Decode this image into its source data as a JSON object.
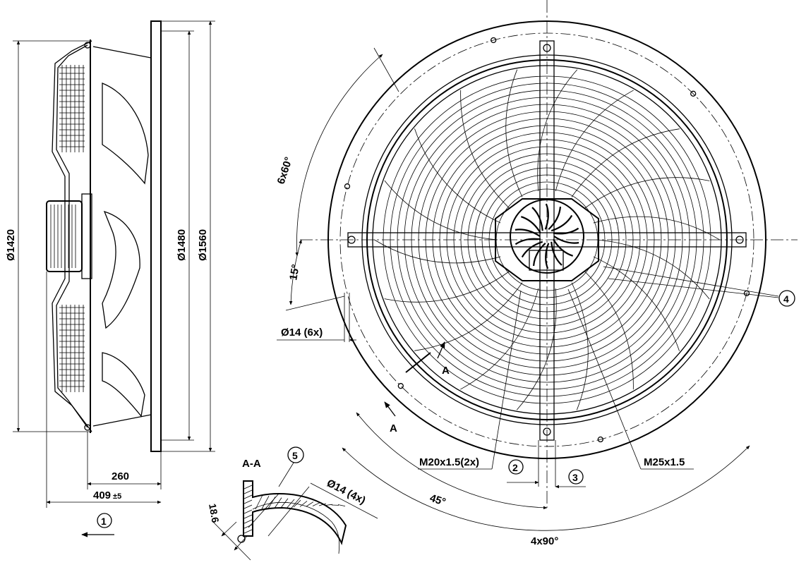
{
  "side_view": {
    "dim_d1420": "Ø1420",
    "dim_d1480": "Ø1480",
    "dim_d1560": "Ø1560",
    "dim_260": "260",
    "dim_409_value": "409",
    "dim_409_tol": "±5",
    "callout_1": "1"
  },
  "front_view": {
    "angle_6x60": "6x60°",
    "angle_15": "15°",
    "hole_d14_6x": "Ø14 (6x)",
    "section_mark": "A",
    "callout_4": "4",
    "callout_2": "2",
    "callout_3": "3",
    "thread_m20": "M20x1.5(2x)",
    "thread_m25": "M25x1.5",
    "angle_45": "45°",
    "angle_4x90": "4x90°"
  },
  "section_view": {
    "title": "A-A",
    "callout_5": "5",
    "dim_18_6": "18.6",
    "hole_d14_4x": "Ø14 (4x)"
  },
  "colors": {
    "ink": "#000000",
    "paper": "#ffffff"
  }
}
